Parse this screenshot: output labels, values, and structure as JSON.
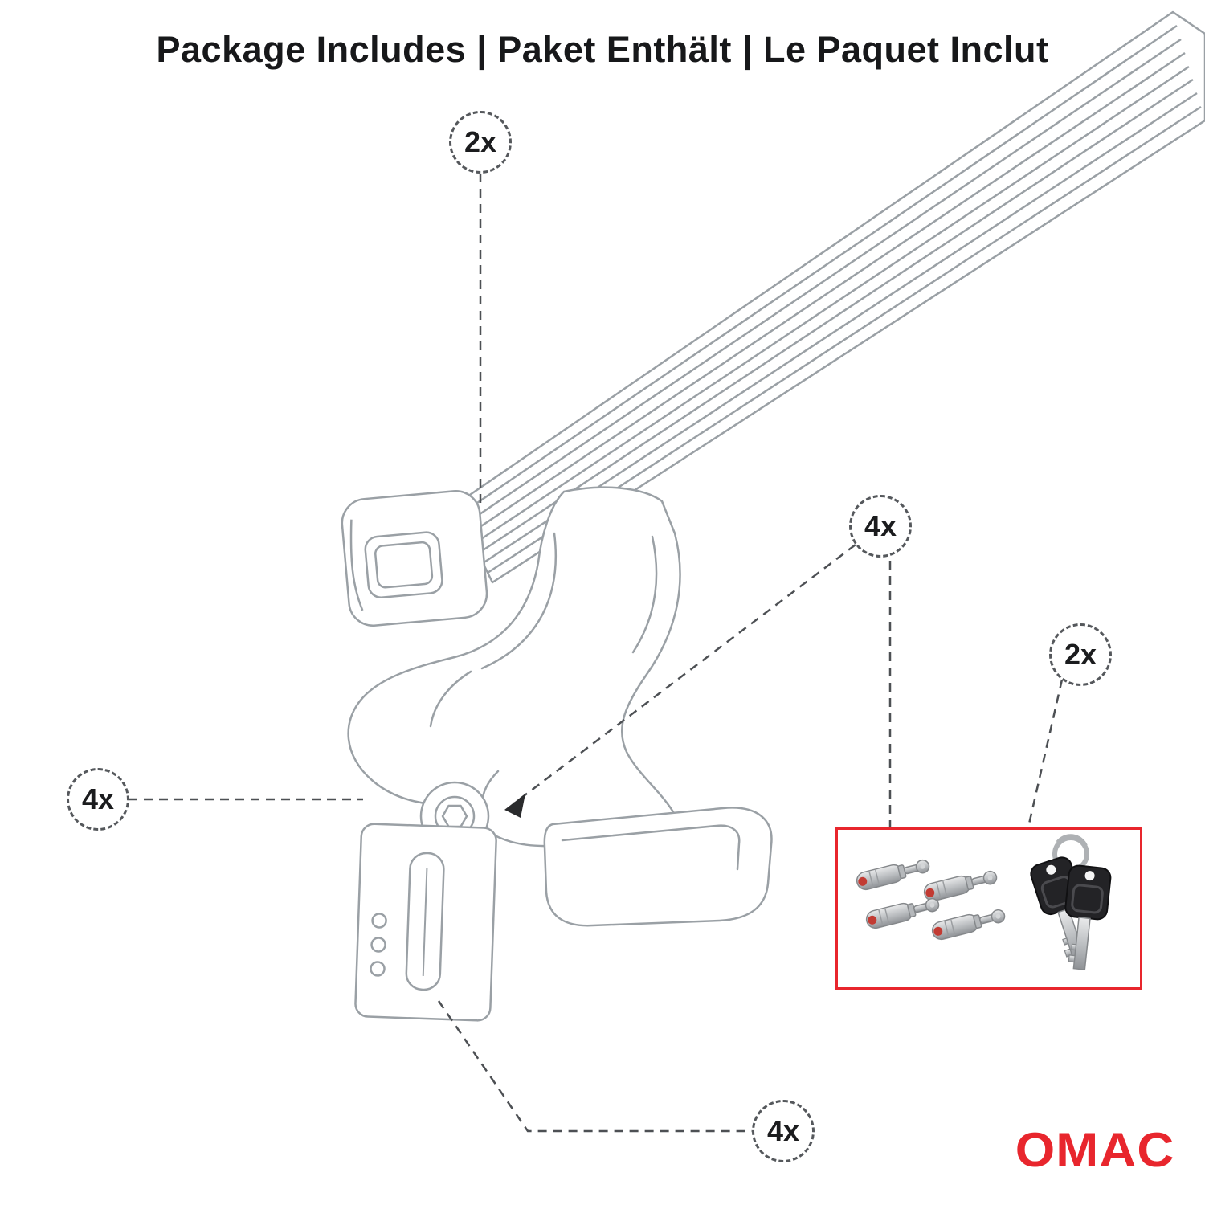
{
  "title": "Package Includes | Paket Enthält | Le Paquet Inclut",
  "callouts": {
    "crossbar": {
      "label": "2x"
    },
    "bolts": {
      "label": "4x"
    },
    "keys": {
      "label": "2x"
    },
    "foot": {
      "label": "4x"
    },
    "clamp": {
      "label": "4x"
    }
  },
  "brand": {
    "name": "OMAC"
  },
  "colors": {
    "accent_red": "#e8262d",
    "line_art_gray": "#9aa0a5",
    "callout_dash": "#4d5054"
  }
}
